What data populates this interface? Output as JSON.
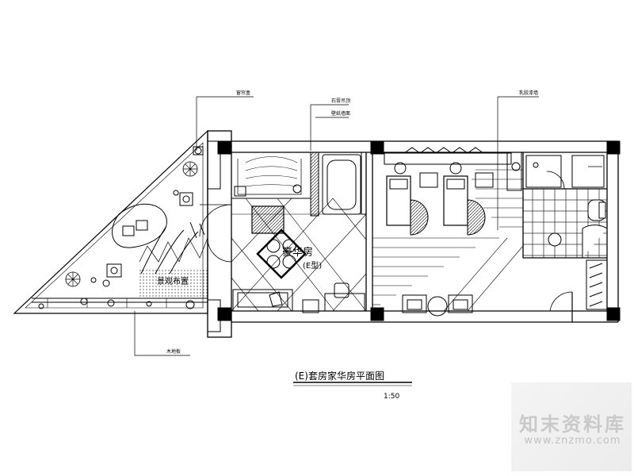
{
  "drawing": {
    "title": "(E)套房家华房平面图",
    "scale": "1:50",
    "room_label": "豪华房",
    "room_sub": "(E型)",
    "corner_label": "景观布置"
  },
  "callouts": {
    "c1": "窗帘盒",
    "c2": "石膏吊顶",
    "c3": "壁纸墙面",
    "c4": "乳胶漆墙",
    "c5": "木地板"
  },
  "watermark": {
    "logo_text": "知末资料库",
    "url": "www.znzmo.com"
  },
  "colors": {
    "line": "#000000",
    "column": "#000000",
    "watermark": "#cccccc"
  }
}
